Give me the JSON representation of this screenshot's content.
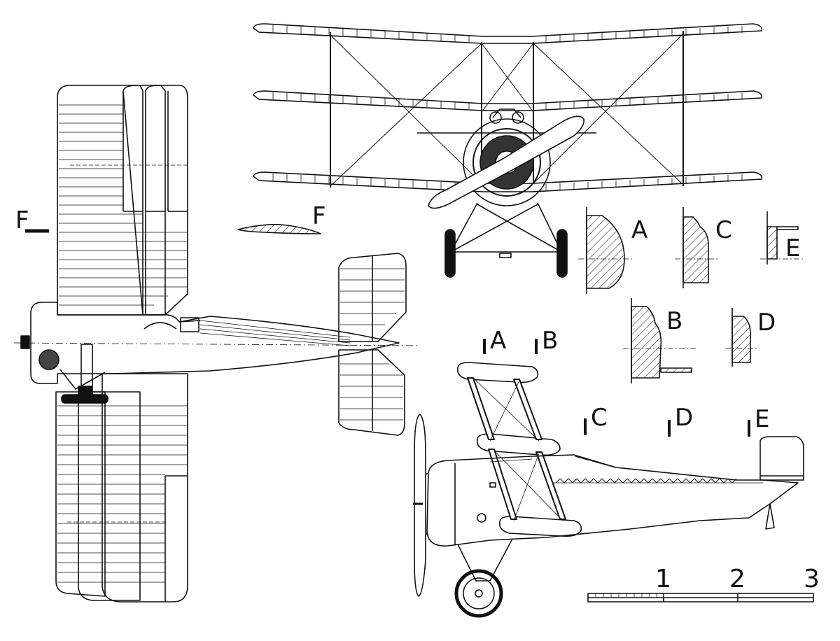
{
  "labels": {
    "plan_section": "F",
    "airfoil_section": "F",
    "strut_section_a": "A",
    "strut_section_b": "B",
    "strut_section_c": "C",
    "strut_section_d": "D",
    "strut_section_e": "E",
    "station_a": "A",
    "station_b": "B",
    "station_c": "C",
    "station_d": "D",
    "station_e": "E"
  },
  "scale": {
    "marks": [
      "1",
      "2",
      "3"
    ]
  },
  "colors": {
    "ink": "#111111",
    "background": "#ffffff"
  }
}
